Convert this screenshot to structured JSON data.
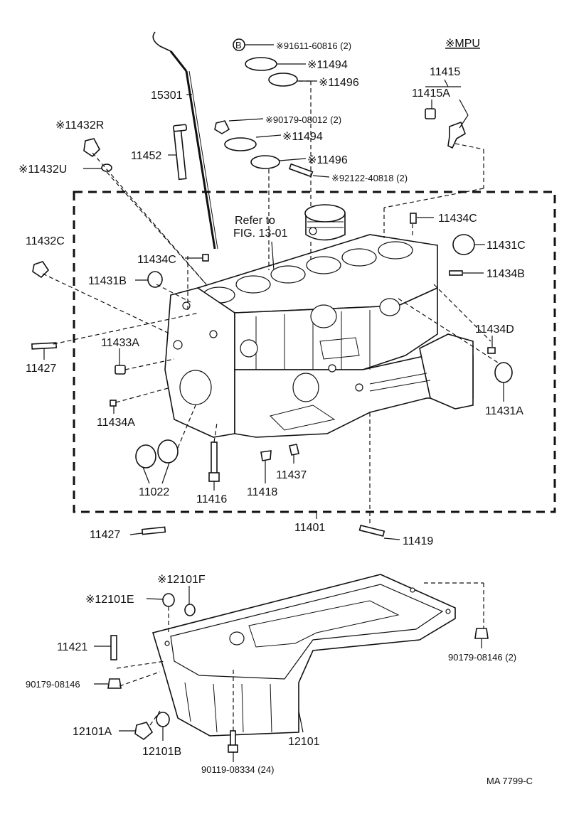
{
  "diagram": {
    "mpu_header": "※MPU",
    "code": "MA  7799-C",
    "refer_line1": "Refer to",
    "refer_line2": "FIG. 13-01",
    "bolt_marker": "B",
    "labels": {
      "p91611": "※91611-60816 (2)",
      "p11494a": "※11494",
      "p11496a": "※11496",
      "p90179_08012": "※90179-08012 (2)",
      "p11494b": "※11494",
      "p11496b": "※11496",
      "p92122": "※92122-40818 (2)",
      "p11415": "11415",
      "p11415A": "11415A",
      "p15301": "15301",
      "p11432R": "※11432R",
      "p11452": "11452",
      "p11432U": "※11432U",
      "p11432C": "11432C",
      "p11434C_r": "11434C",
      "p11431C": "11431C",
      "p11434C_l": "11434C",
      "p11431B": "11431B",
      "p11434B": "11434B",
      "p11434D": "11434D",
      "p11433A": "11433A",
      "p11427_top": "11427",
      "p11431A": "11431A",
      "p11434A": "11434A",
      "p11437": "11437",
      "p11022": "11022",
      "p11416": "11416",
      "p11418": "11418",
      "p11427_bot": "11427",
      "p11401": "11401",
      "p11419": "11419",
      "p12101F": "※12101F",
      "p12101E": "※12101E",
      "p11421": "11421",
      "p90179_08146_l": "90179-08146",
      "p90179_08146_r": "90179-08146 (2)",
      "p12101A": "12101A",
      "p12101B": "12101B",
      "p12101": "12101",
      "p90119": "90119-08334 (24)"
    }
  }
}
